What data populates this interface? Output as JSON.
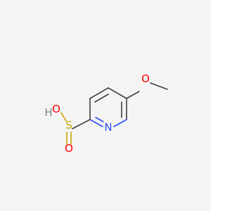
{
  "molecule": {
    "atoms": {
      "ether_oxygen": "O",
      "hydroxyl_oxygen": "O",
      "hydroxyl_hydrogen": "H",
      "sulfur": "S",
      "sulfinyl_oxygen": "O",
      "ring_nitrogen": "N"
    },
    "colors": {
      "bond": "#404040",
      "oxygen": "#ff0000",
      "sulfur": "#c9a600",
      "nitrogen": "#3050f8",
      "hydrogen": "#808080",
      "background": "#f4f4f4"
    }
  }
}
